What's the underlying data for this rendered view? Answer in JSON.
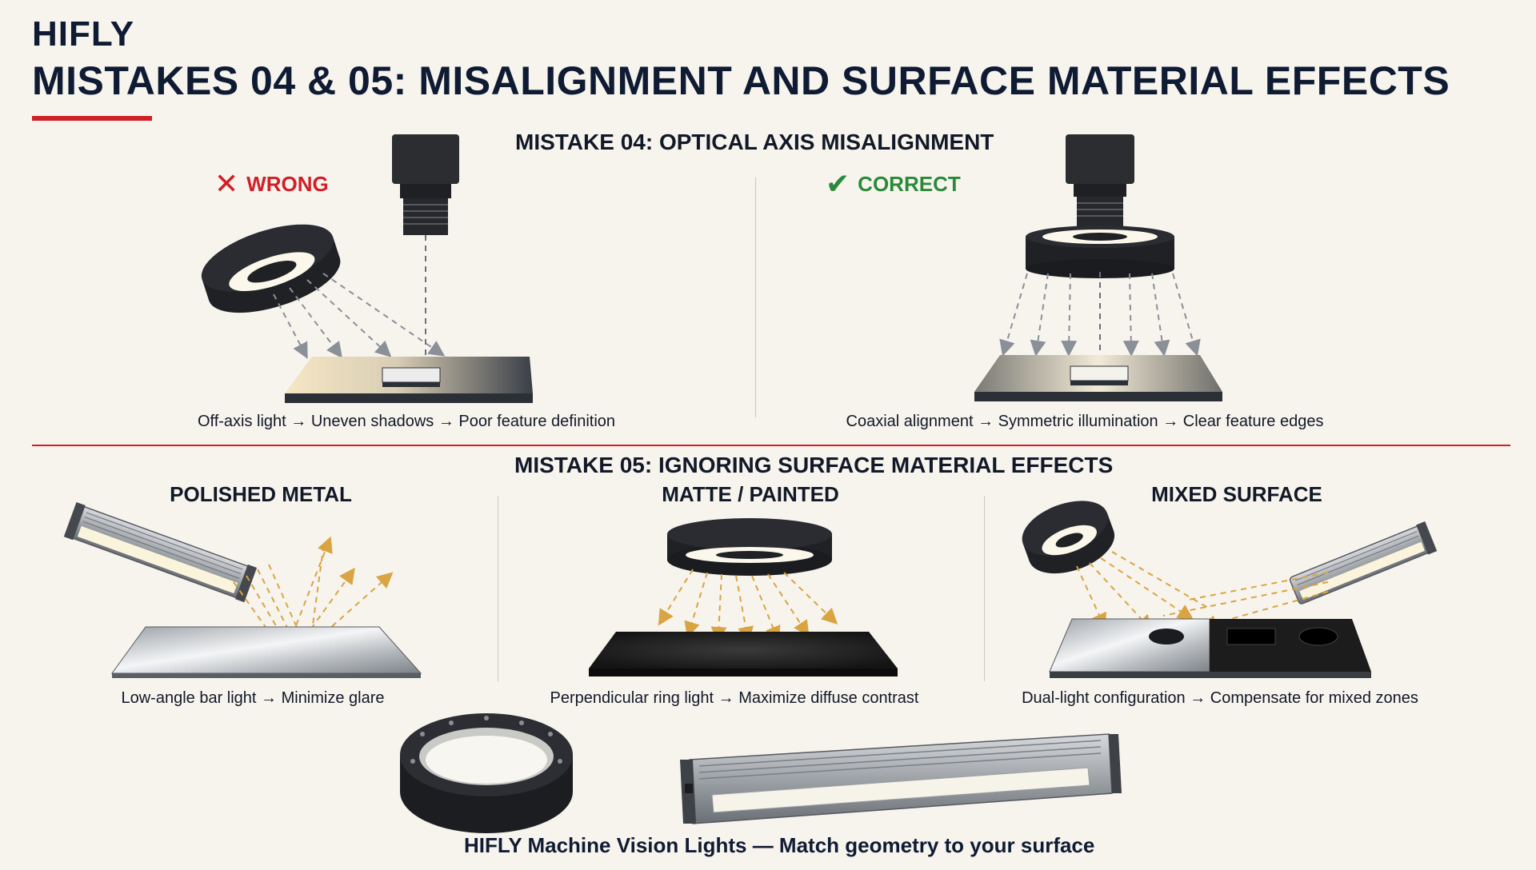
{
  "header": {
    "brand": "HIFLY",
    "title": "MISTAKES 04 & 05: MISALIGNMENT AND SURFACE MATERIAL EFFECTS"
  },
  "mistake04": {
    "title": "MISTAKE 04: OPTICAL AXIS MISALIGNMENT",
    "wrong": {
      "label": "WRONG",
      "icon": "x-mark-icon",
      "caption": "Off-axis light → Uneven shadows → Poor feature definition"
    },
    "correct": {
      "label": "CORRECT",
      "icon": "check-mark-icon",
      "caption": "Coaxial alignment → Symmetric illumination → Clear feature edges"
    }
  },
  "mistake05": {
    "title": "MISTAKE 05: IGNORING SURFACE MATERIAL EFFECTS",
    "panels": [
      {
        "title": "POLISHED METAL",
        "caption": "Low-angle bar light → Minimize glare"
      },
      {
        "title": "MATTE / PAINTED",
        "caption": "Perpendicular ring light → Maximize diffuse contrast"
      },
      {
        "title": "MIXED SURFACE",
        "caption": "Dual-light configuration → Compensate for mixed zones"
      }
    ]
  },
  "footer": {
    "text": "HIFLY  Machine Vision Lights — Match geometry to your surface"
  },
  "colors": {
    "accent_red": "#d01f26",
    "correct_green": "#2a8a3a",
    "navy": "#0f1b33",
    "ray_amber": "#d9a441",
    "ray_gray": "#8a8f98"
  }
}
